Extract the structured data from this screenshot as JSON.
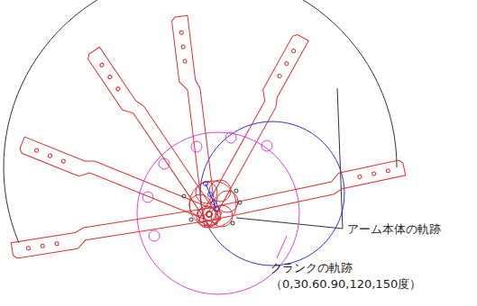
{
  "diagram": {
    "labels": [
      "アーム本体の軌跡",
      "クランクの軌跡",
      "（0,30.60.90,120,150度）"
    ]
  }
}
